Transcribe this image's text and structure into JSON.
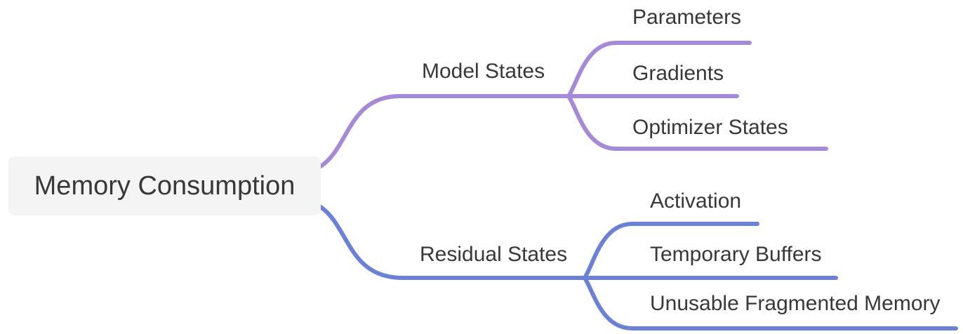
{
  "diagram": {
    "type": "mindmap",
    "root": {
      "label": "Memory Consumption"
    },
    "branches": [
      {
        "label": "Model States",
        "color": "#a58ad8",
        "children": [
          {
            "label": "Parameters"
          },
          {
            "label": "Gradients"
          },
          {
            "label": "Optimizer States"
          }
        ]
      },
      {
        "label": "Residual States",
        "color": "#6b81d6",
        "children": [
          {
            "label": "Activation"
          },
          {
            "label": "Temporary Buffers"
          },
          {
            "label": "Unusable Fragmented Memory"
          }
        ]
      }
    ]
  },
  "colors": {
    "branch_purple": "#a58ad8",
    "branch_blue": "#6b81d6",
    "root_node_bg": "#f4f4f5",
    "text": "#383838",
    "canvas_bg": "#ffffff"
  }
}
